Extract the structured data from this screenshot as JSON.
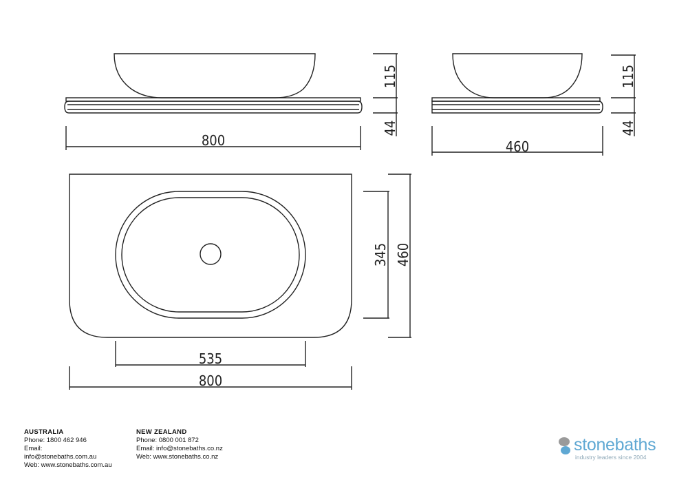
{
  "dimensions": {
    "front_basin_height": "115",
    "front_top_thickness": "44",
    "front_width": "800",
    "side_basin_height": "115",
    "side_top_thickness": "44",
    "side_depth": "460",
    "plan_bowl_depth": "345",
    "plan_depth": "460",
    "plan_bowl_width": "535",
    "plan_width": "800"
  },
  "footer": {
    "australia": {
      "region": "AUSTRALIA",
      "phone": "Phone: 1800 462 946",
      "email_label": "Email:",
      "email": "info@stonebaths.com.au",
      "web": "Web: www.stonebaths.com.au"
    },
    "new_zealand": {
      "region": "NEW ZEALAND",
      "phone": "Phone: 0800 001 872",
      "email": "Email: info@stonebaths.co.nz",
      "web": "Web: www.stonebaths.co.nz"
    }
  },
  "brand": {
    "name": "stonebaths",
    "tagline": "industry leaders since 2004",
    "colors": {
      "primary": "#5fa8d3",
      "pebble": "#9a9a9a"
    },
    "icon": "pebbles-logo-icon"
  }
}
